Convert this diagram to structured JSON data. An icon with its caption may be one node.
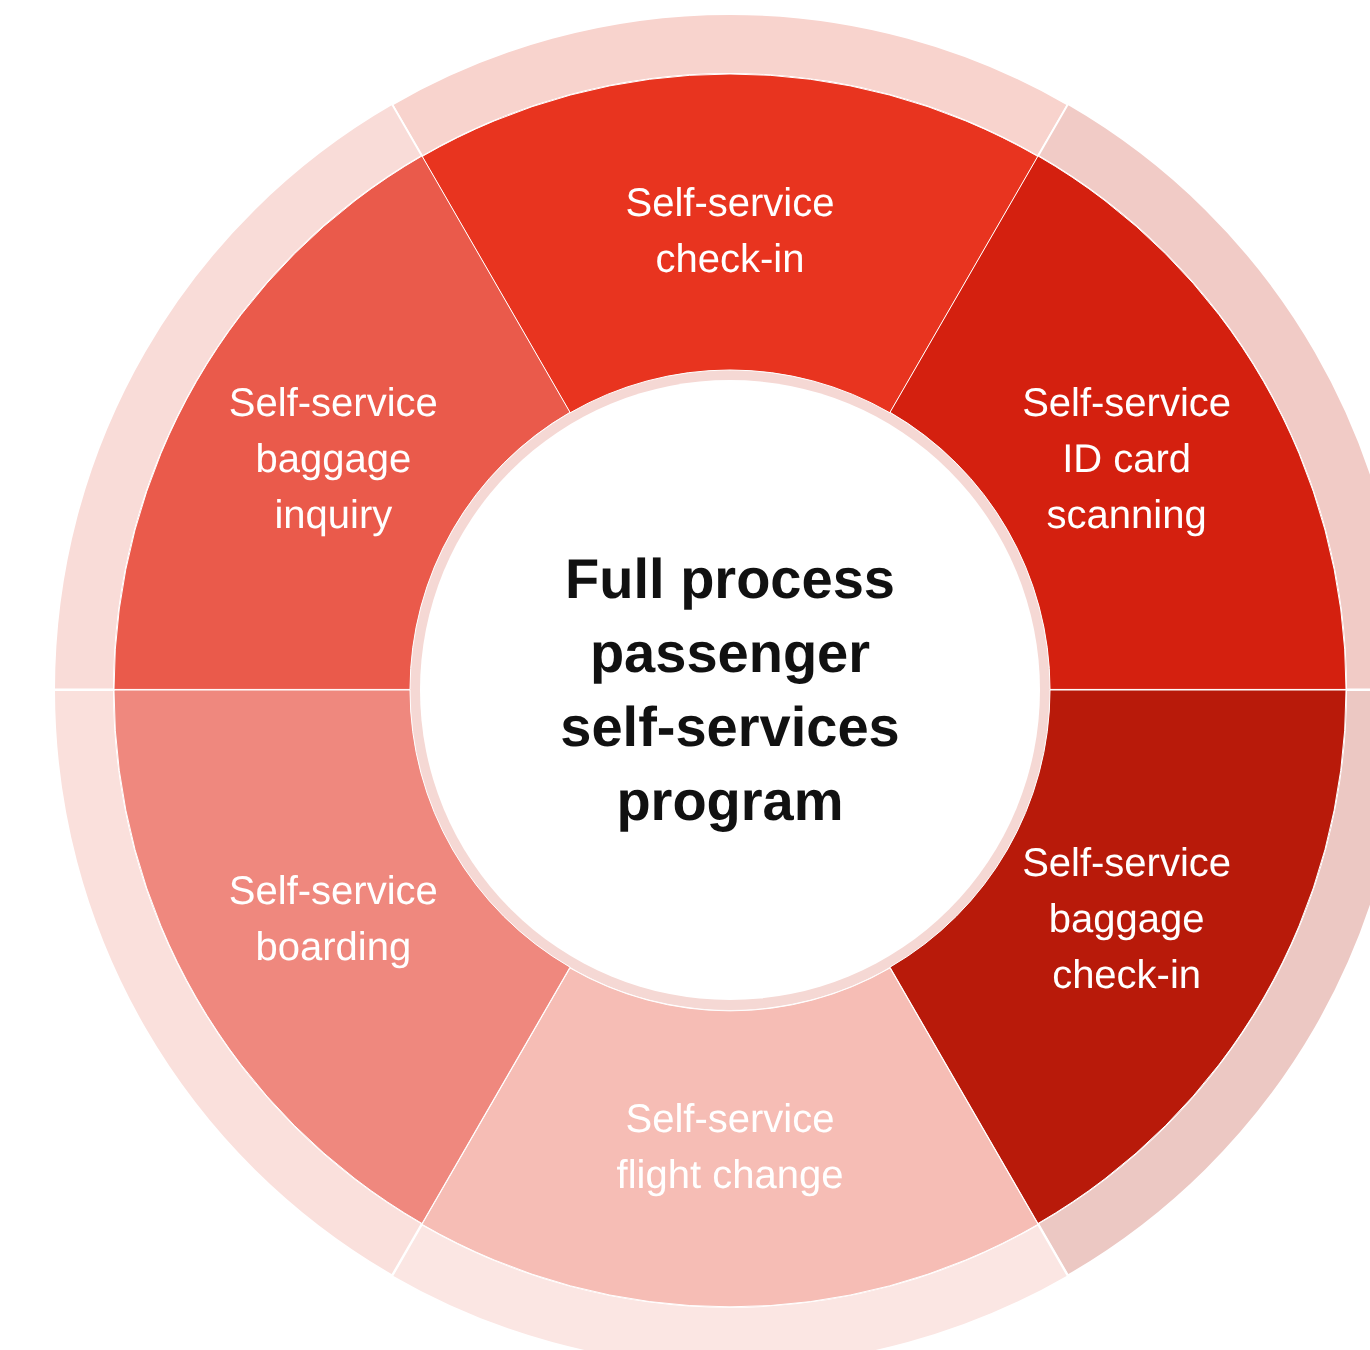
{
  "diagram": {
    "nodes": [
      {
        "text": [
          "Full process passenger self-services program"
        ]
      },
      {
        "text": [
          "Self-service check-in"
        ]
      },
      {
        "text": [
          "Self-service ID card scanning"
        ]
      },
      {
        "text": [
          "Self-service baggage check-in"
        ]
      },
      {
        "text": [
          "Self-service flight change"
        ]
      },
      {
        "text": [
          "Self-service boarding"
        ]
      },
      {
        "text": [
          "Self-service baggage inquiry"
        ]
      }
    ]
  }
}
